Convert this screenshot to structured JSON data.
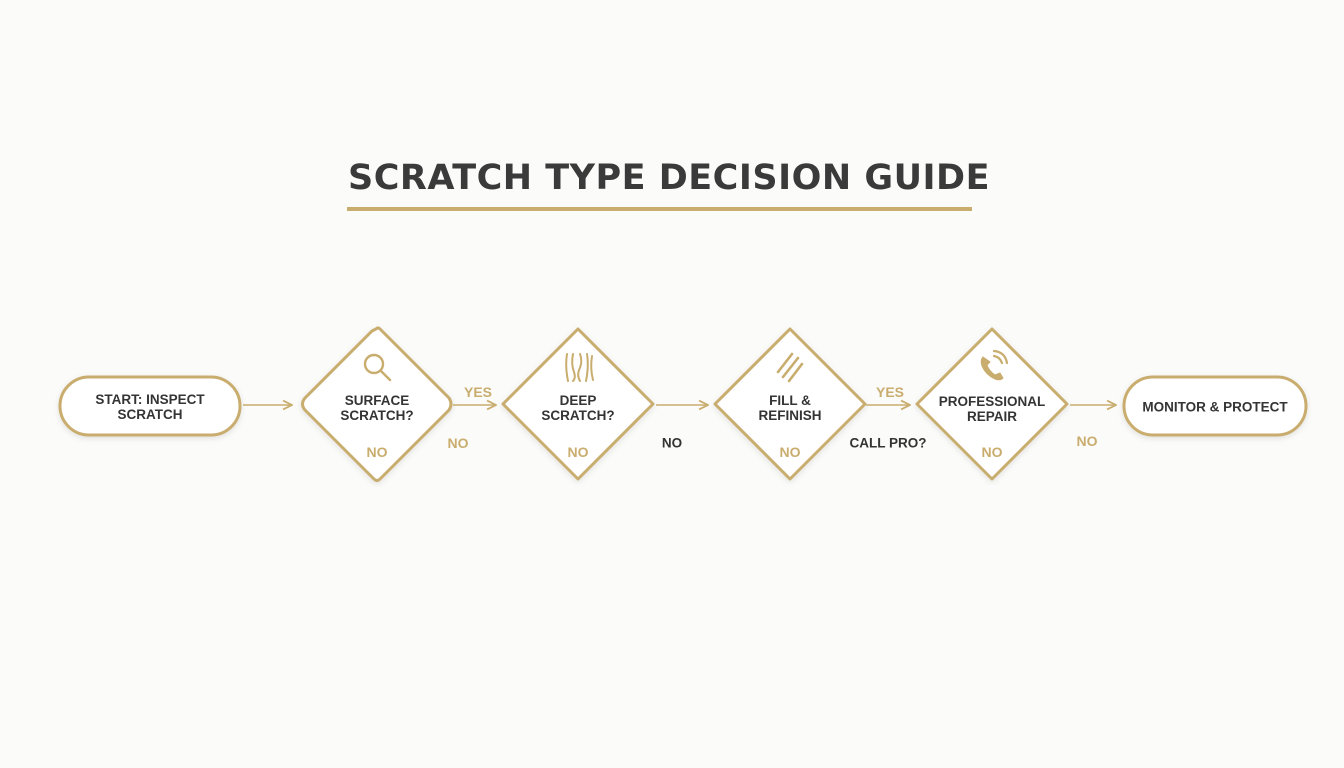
{
  "title": "SCRATCH TYPE DECISION GUIDE",
  "colors": {
    "accent": "#c9ad6e",
    "text": "#343434",
    "background": "#fbfbfa"
  },
  "nodes": {
    "start": {
      "line1": "START: INSPECT",
      "line2": "SCRATCH"
    },
    "surface": {
      "line1": "SURFACE",
      "line2": "SCRATCH?",
      "no": "NO",
      "icon": "magnifier-icon"
    },
    "deep": {
      "line1": "DEEP",
      "line2": "SCRATCH?",
      "no": "NO",
      "icon": "wood-grain-icon"
    },
    "fill": {
      "line1": "FILL &",
      "line2": "REFINISH",
      "no": "NO",
      "icon": "diagonal-lines-icon"
    },
    "professional": {
      "line1": "PROFESSIONAL",
      "line2": "REPAIR",
      "no": "NO",
      "icon": "phone-icon"
    },
    "monitor": {
      "label": "MONITOR & PROTECT"
    }
  },
  "edge_labels": {
    "yes_1": "YES",
    "no_1": "NO",
    "no_2": "NO",
    "yes_2": "YES",
    "call_pro": "CALL PRO?",
    "no_3": "NO"
  }
}
